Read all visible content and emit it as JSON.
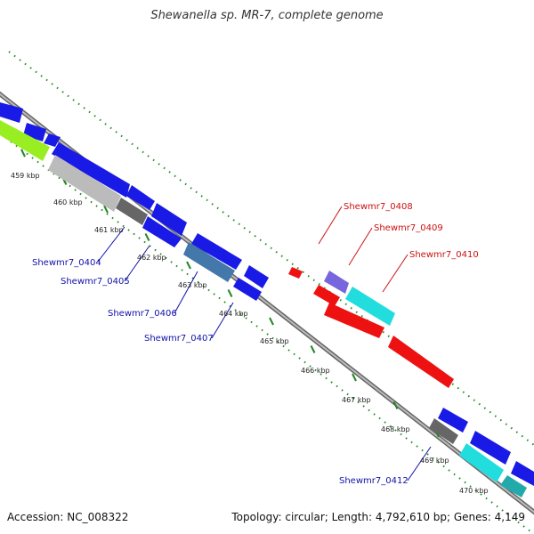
{
  "title": "Shewanella sp. MR-7, complete genome",
  "footer": {
    "accession": "Accession: NC_008322",
    "topology": "Topology: circular; Length: 4,792,610 bp; Genes: 4,149"
  },
  "ticks": [
    "459 kbp",
    "460 kbp",
    "461 kbp",
    "462 kbp",
    "463 kbp",
    "464 kbp",
    "465 kbp",
    "466 kbp",
    "467 kbp",
    "468 kbp",
    "469 kbp",
    "470 kbp"
  ],
  "gene_labels": {
    "reverse": [
      "Shewmr7_0404",
      "Shewmr7_0405",
      "Shewmr7_0406",
      "Shewmr7_0407",
      "Shewmr7_0412"
    ],
    "forward": [
      "Shewmr7_0408",
      "Shewmr7_0409",
      "Shewmr7_0410"
    ]
  },
  "colors": {
    "backbone": "#888888",
    "cds_blue": "#1a1ae6",
    "cds_red": "#ee1111",
    "cds_cyan": "#22dddd",
    "cds_green": "#99ee22",
    "cds_grey": "#bbbbbb",
    "cds_dark": "#666666",
    "cds_steel": "#4477aa",
    "cds_purple": "#7766dd",
    "label_reverse": "#1111aa",
    "label_forward": "#cc1111",
    "dots": "#228822"
  }
}
